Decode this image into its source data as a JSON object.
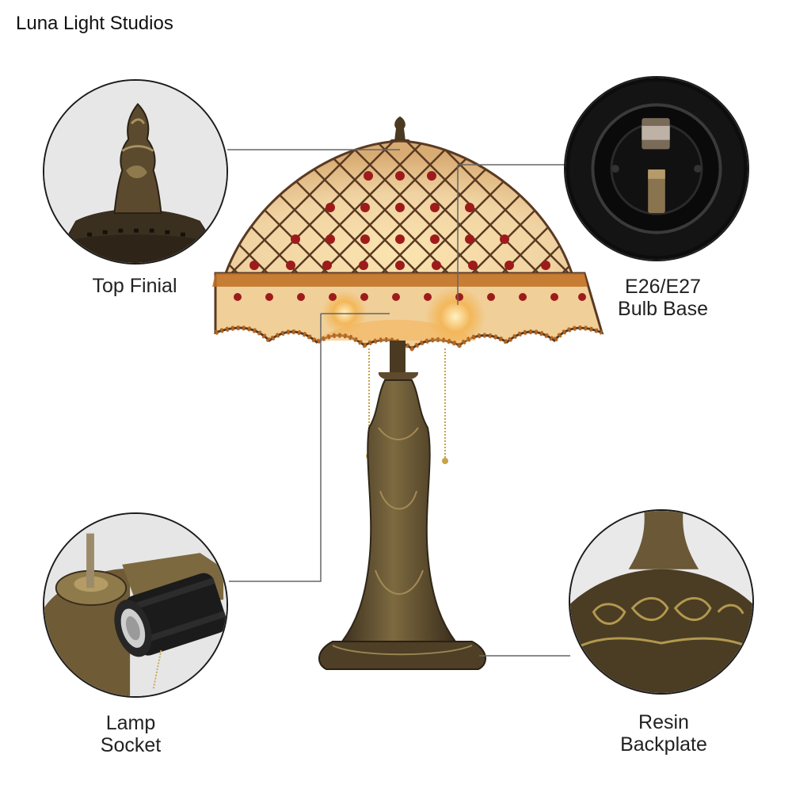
{
  "brand": "Luna Light Studios",
  "callouts": {
    "top_finial": {
      "lines": [
        "Top Finial"
      ]
    },
    "bulb_base": {
      "lines": [
        "E26/E27",
        "Bulb Base"
      ]
    },
    "lamp_socket": {
      "lines": [
        "Lamp",
        "Socket"
      ]
    },
    "backplate": {
      "lines": [
        "Resin",
        "Backplate"
      ]
    }
  },
  "colors": {
    "glass": "#f2d8a8",
    "glass_dark": "#e2b479",
    "lead": "#5a3a22",
    "jewel": "#9e1b1b",
    "amber": "#c07022",
    "bronze": "#6e5a34",
    "bronze_dark": "#3e3220",
    "callout_line": "#555555"
  }
}
